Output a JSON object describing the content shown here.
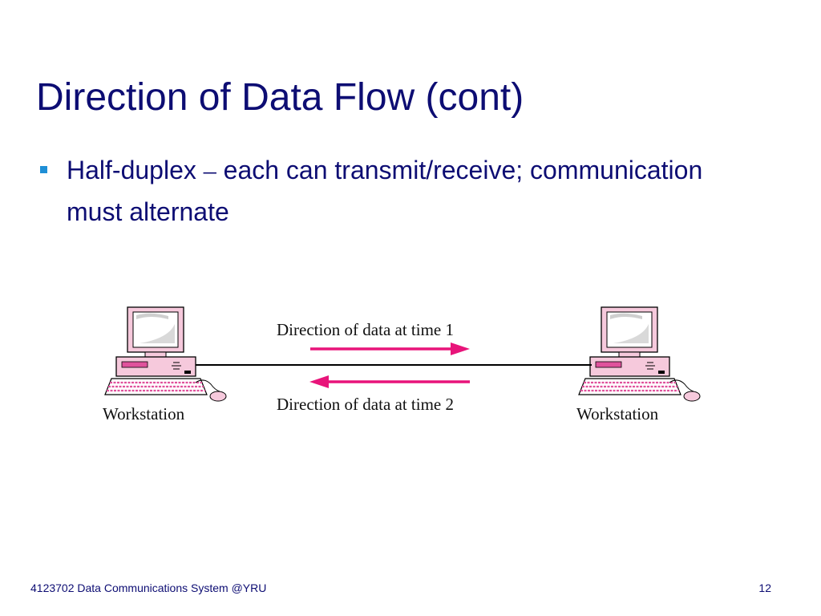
{
  "slide": {
    "title": "Direction of Data Flow (cont)",
    "bullets": [
      {
        "term": "Half-duplex",
        "separator": "–",
        "text": "each can transmit/receive; communication must alternate"
      }
    ]
  },
  "diagram": {
    "left_station_label": "Workstation",
    "right_station_label": "Workstation",
    "label_time1": "Direction of data at time 1",
    "label_time2": "Direction of data at time 2",
    "arrow_color": "#e8147a",
    "computer_color": "#f6c9dc",
    "accent_color": "#e0529c"
  },
  "footer": {
    "course": "4123702 Data Communications System @YRU",
    "page_number": "12"
  }
}
